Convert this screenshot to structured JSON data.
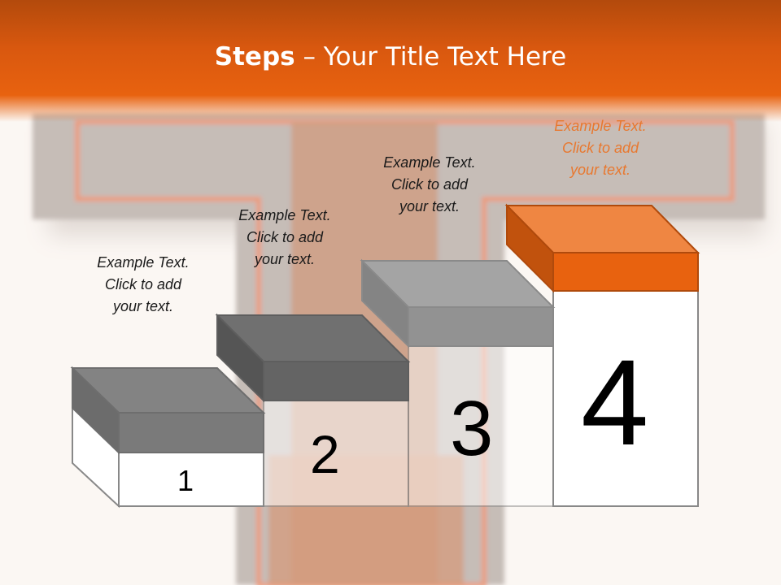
{
  "title": {
    "bold": "Steps",
    "rest": " – Your Title Text Here"
  },
  "steps": [
    {
      "number": "1",
      "caption": [
        "Example Text.",
        "Click  to add",
        "your text."
      ]
    },
    {
      "number": "2",
      "caption": [
        "Example Text.",
        "Click  to add",
        "your text."
      ]
    },
    {
      "number": "3",
      "caption": [
        "Example Text.",
        "Click  to add",
        "your text."
      ]
    },
    {
      "number": "4",
      "caption": [
        "Example Text.",
        "Click  to add",
        "your text."
      ]
    }
  ],
  "colors": {
    "accent": "#e8620f",
    "header_dark": "#b34a0c",
    "block_gray": "#7a7a7a"
  }
}
